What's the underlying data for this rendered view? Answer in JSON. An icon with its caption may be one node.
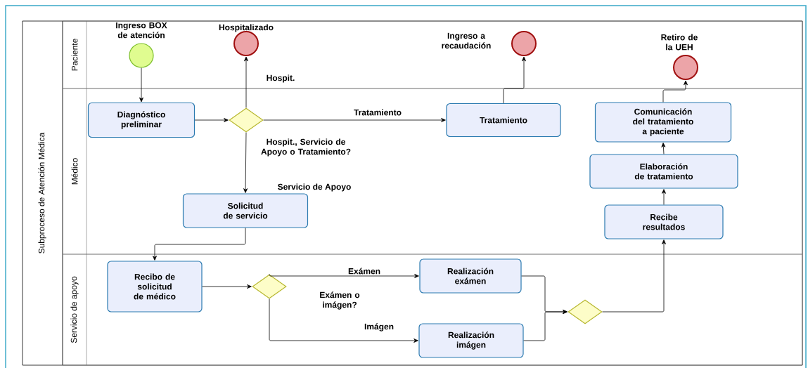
{
  "diagram": {
    "nodes": [
      {
        "text": [
          "Subproceso de Atención Médica"
        ]
      },
      {
        "text": [
          "Paciente"
        ],
        "in": 0
      },
      {
        "text": [
          "Médico"
        ],
        "in": 0
      },
      {
        "text": [
          "Servicio de apoyo"
        ],
        "in": 0
      },
      {
        "text": [
          "Ingreso BOX de atención"
        ],
        "in": 1
      },
      {
        "text": [
          "Hospitalizado"
        ],
        "in": 1
      },
      {
        "text": [
          "Ingreso a recaudación"
        ],
        "in": 1
      },
      {
        "text": [
          "Retiro de la UEH"
        ],
        "in": 1
      },
      {
        "text": [
          "Diagnóstico preliminar"
        ],
        "in": 2
      },
      {
        "text": [
          "Hospit., Servicio de Apoyo o Tratamiento?"
        ],
        "in": 2
      },
      {
        "text": [
          "Tratamiento"
        ],
        "in": 2
      },
      {
        "text": [
          "Comunicación del tratamiento a paciente"
        ],
        "in": 2
      },
      {
        "text": [
          "Elaboración de tratamiento"
        ],
        "in": 2
      },
      {
        "text": [
          "Solicitud de servicio"
        ],
        "in": 2
      },
      {
        "text": [
          "Recibe resultados"
        ],
        "in": 2
      },
      {
        "text": [
          "Recibo de solicitud de médico"
        ],
        "in": 3
      },
      {
        "text": [
          "Exámen o imágen?"
        ],
        "in": 3
      },
      {
        "text": [
          "Realización exámen"
        ],
        "in": 3
      },
      {
        "text": [
          "Realización imágen"
        ],
        "in": 3
      },
      {
        "text": [],
        "shape": "diamond",
        "in": 3
      }
    ],
    "edges": [
      {
        "from": 4,
        "to": 8,
        "arrow": "to"
      },
      {
        "from": 8,
        "to": 9,
        "arrow": "to"
      },
      {
        "from": 9,
        "to": 5,
        "arrow": "to",
        "label": "Hospit."
      },
      {
        "from": 9,
        "to": 10,
        "arrow": "to",
        "label": "Tratamiento"
      },
      {
        "from": 9,
        "to": 13,
        "arrow": "to",
        "label": "Servicio de Apoyo"
      },
      {
        "from": 10,
        "to": 6,
        "arrow": "to"
      },
      {
        "from": 13,
        "to": 15,
        "arrow": "to"
      },
      {
        "from": 15,
        "to": 16,
        "arrow": "to"
      },
      {
        "from": 16,
        "to": 17,
        "arrow": "to",
        "label": "Exámen"
      },
      {
        "from": 16,
        "to": 18,
        "arrow": "to",
        "label": "Imágen"
      },
      {
        "from": 17,
        "to": 19,
        "arrow": "to"
      },
      {
        "from": 18,
        "to": 19,
        "arrow": "to"
      },
      {
        "from": 19,
        "to": 14,
        "arrow": "to"
      },
      {
        "from": 14,
        "to": 12,
        "arrow": "to"
      },
      {
        "from": 12,
        "to": 11,
        "arrow": "to"
      },
      {
        "from": 11,
        "to": 7,
        "arrow": "to"
      }
    ]
  }
}
